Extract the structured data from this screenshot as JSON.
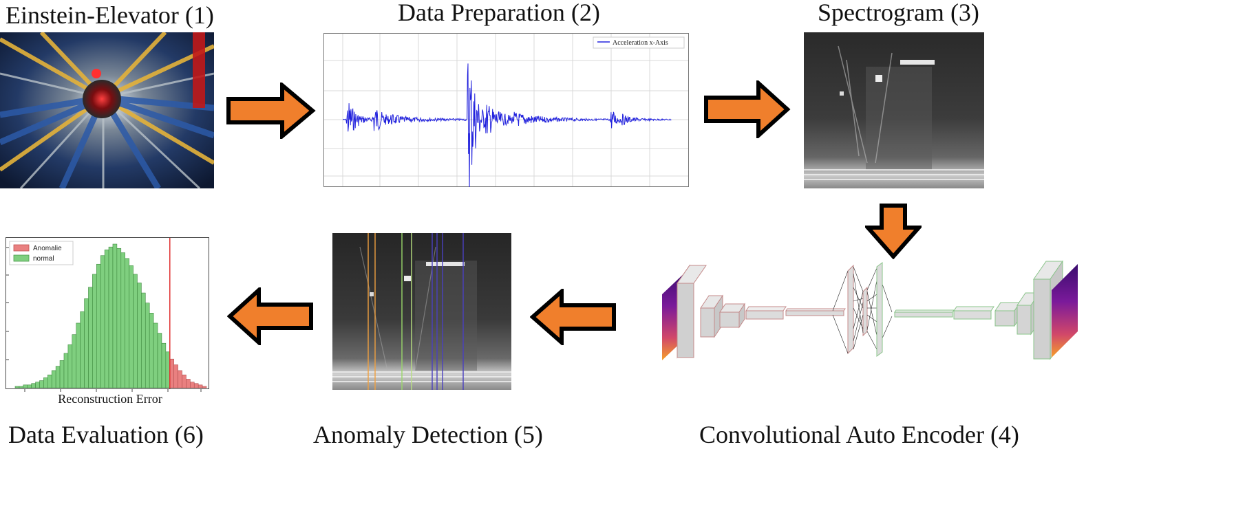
{
  "stages": {
    "s1": {
      "title": "Einstein-Elevator (1)"
    },
    "s2": {
      "title": "Data Preparation (2)",
      "legend": "Acceleration x-Axis"
    },
    "s3": {
      "title": "Spectrogram (3)"
    },
    "s4": {
      "title": "Convolutional Auto Encoder (4)"
    },
    "s5": {
      "title": "Anomaly Detection (5)"
    },
    "s6": {
      "title": "Data Evaluation (6)",
      "xlabel": "Reconstruction Error",
      "legend_anomalie": "Anomalie",
      "legend_normal": "normal"
    }
  },
  "colors": {
    "arrow_fill": "#f07f2c",
    "arrow_stroke": "#000000",
    "signal": "#2222dd",
    "hist_normal": "#7fcf7f",
    "hist_anomalie": "#e98080",
    "threshold": "#e03030"
  },
  "chart_data": {
    "type": "bar",
    "title": "",
    "xlabel": "Reconstruction Error",
    "series": [
      {
        "name": "normal",
        "values": [
          1,
          1,
          2,
          2,
          3,
          4,
          5,
          7,
          9,
          12,
          15,
          19,
          24,
          30,
          37,
          45,
          53,
          62,
          70,
          79,
          86,
          92,
          96,
          98,
          100,
          97,
          94,
          90,
          85,
          79,
          73,
          66,
          59,
          52,
          45,
          38,
          31,
          25,
          0,
          0,
          0,
          0,
          0,
          0,
          0,
          0,
          0
        ]
      },
      {
        "name": "Anomalie",
        "values": [
          0,
          0,
          0,
          0,
          0,
          0,
          0,
          0,
          0,
          0,
          0,
          0,
          0,
          0,
          0,
          0,
          0,
          0,
          0,
          0,
          0,
          0,
          0,
          0,
          0,
          0,
          0,
          0,
          0,
          0,
          0,
          0,
          0,
          0,
          0,
          0,
          0,
          0,
          20,
          16,
          12,
          9,
          6,
          4,
          3,
          2,
          1
        ]
      }
    ],
    "threshold_bin": 38
  }
}
